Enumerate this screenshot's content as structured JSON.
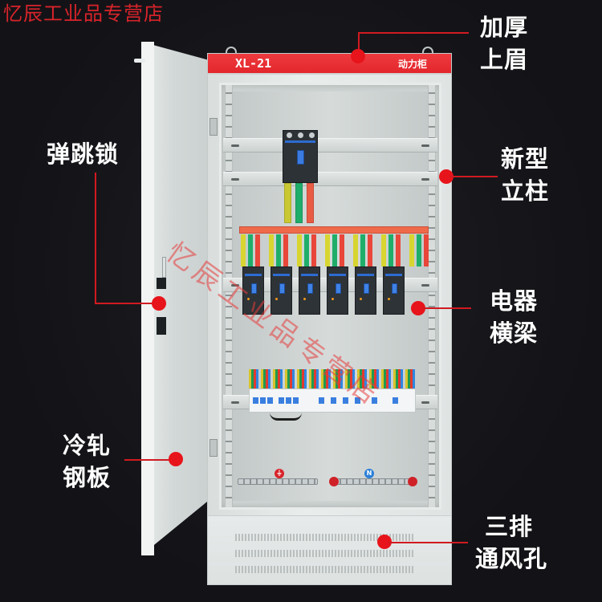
{
  "shop": {
    "title": "忆辰工业品专营店"
  },
  "cabinet": {
    "model": "XL-21",
    "type": "动力柜",
    "colors": {
      "top_band": "#e3262c",
      "body": "#e3e7e6",
      "background": "#141418",
      "callout_dot": "#e8141b"
    }
  },
  "watermark": {
    "text": "忆辰工业品专营店"
  },
  "ground_bars": {
    "pe_tag": "⏚",
    "n_tag": "N"
  },
  "callouts": {
    "top_brow": {
      "line1": "加厚",
      "line2": "上眉"
    },
    "spring_lock": {
      "line1": "弹跳锁"
    },
    "new_post": {
      "line1": "新型",
      "line2": "立柱"
    },
    "beam": {
      "line1": "电器",
      "line2": "横梁"
    },
    "steel": {
      "line1": "冷轧",
      "line2": "钢板"
    },
    "vents": {
      "line1": "三排",
      "line2": "通风孔"
    }
  }
}
